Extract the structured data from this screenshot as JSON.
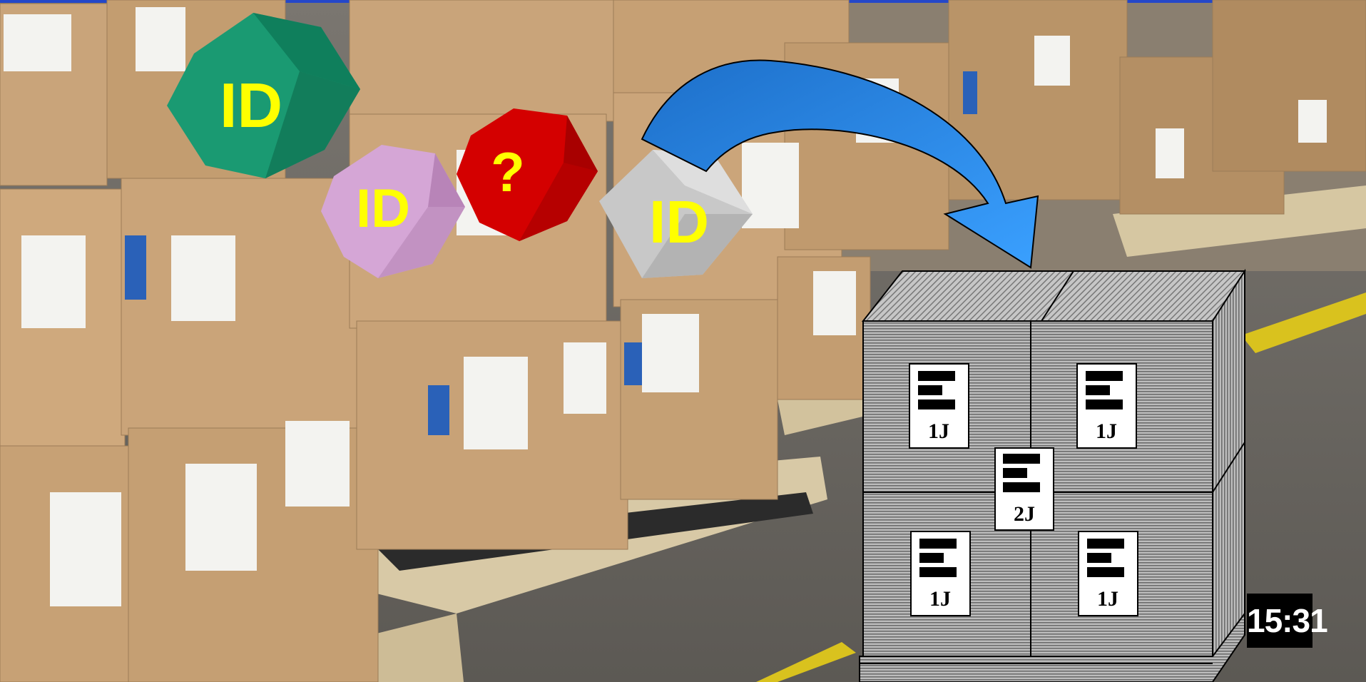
{
  "scene": "warehouse-pallet-identification",
  "id_shapes": [
    {
      "label": "ID",
      "color": "#1a9a72",
      "text_color": "#ffff00"
    },
    {
      "label": "ID",
      "color": "#d5a6d6",
      "text_color": "#ffff00"
    },
    {
      "label": "?",
      "color": "#d40000",
      "text_color": "#ffff00"
    },
    {
      "label": "ID",
      "color": "#c8c8c8",
      "text_color": "#ffff00"
    }
  ],
  "pallet_labels": {
    "box_label": "1J",
    "pallet_label": "2J"
  },
  "video_timestamp": "15:31",
  "colors": {
    "arrow": "#2a86e0",
    "pallet_gray": "#999999",
    "floor_stripe": "#d9c21e"
  }
}
